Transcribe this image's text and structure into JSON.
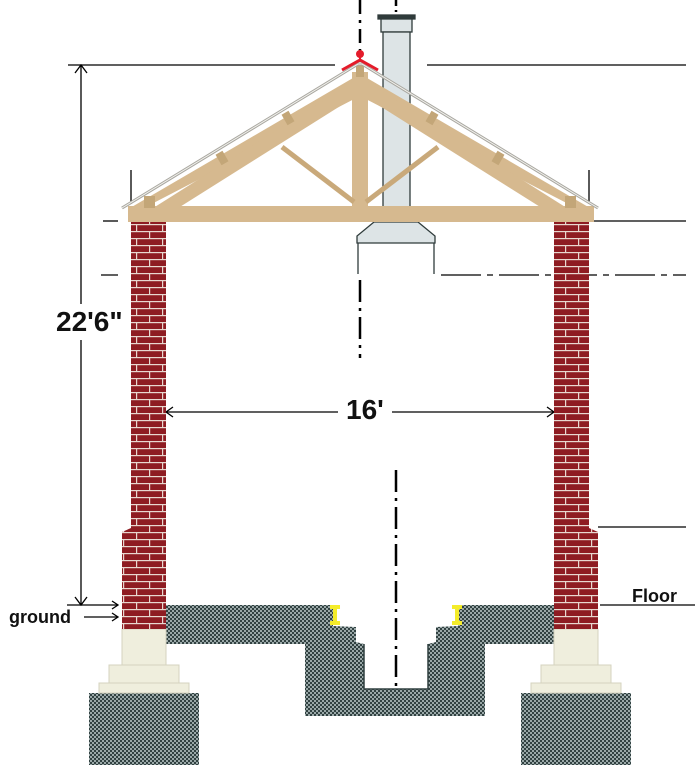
{
  "diagram": {
    "type": "building cross-section",
    "labels": {
      "height_dimension": "22'6\"",
      "width_dimension": "16'",
      "ground": "ground",
      "floor": "Floor"
    },
    "colors": {
      "brick": "#8e1c22",
      "mortar": "#e8d8d0",
      "timber": "#d6b98f",
      "timber_dark": "#b89a6e",
      "chimney": "#dde4e6",
      "chimney_outline": "#2f3b3b",
      "concrete": "#4a5a5a",
      "footing_stone": "#efeedd",
      "ridge_marker": "#e41b2a",
      "bolt": "#f4ec2a",
      "line": "#000000"
    },
    "components": [
      "roof truss",
      "ridge marker",
      "chimney flue with hood",
      "left brick wall",
      "right brick wall",
      "stone footings",
      "concrete foundations",
      "floor slab with central trench",
      "centre line"
    ]
  }
}
